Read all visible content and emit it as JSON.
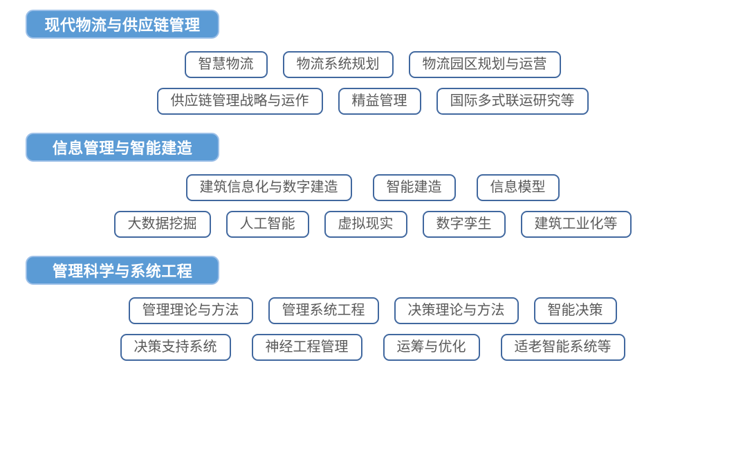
{
  "page": {
    "background_color": "#ffffff",
    "header_fill_color": "#5b9bd5",
    "header_border_color": "#9dc0e8",
    "header_text_color": "#ffffff",
    "tag_border_color": "#41689f",
    "tag_text_color": "#595959"
  },
  "groups": [
    {
      "title": "现代物流与供应链管理",
      "rows": [
        {
          "tags": [
            "智慧物流",
            "物流系统规划",
            "物流园区规划与运营"
          ]
        },
        {
          "tags": [
            "供应链管理战略与运作",
            "精益管理",
            "国际多式联运研究等"
          ]
        }
      ]
    },
    {
      "title": "信息管理与智能建造",
      "rows": [
        {
          "tags": [
            "建筑信息化与数字建造",
            "智能建造",
            "信息模型"
          ]
        },
        {
          "tags": [
            "大数据挖掘",
            "人工智能",
            "虚拟现实",
            "数字孪生",
            "建筑工业化等"
          ]
        }
      ]
    },
    {
      "title": "管理科学与系统工程",
      "rows": [
        {
          "tags": [
            "管理理论与方法",
            "管理系统工程",
            "决策理论与方法",
            "智能决策"
          ]
        },
        {
          "tags": [
            "决策支持系统",
            "神经工程管理",
            "运筹与优化",
            "适老智能系统等"
          ]
        }
      ]
    }
  ]
}
